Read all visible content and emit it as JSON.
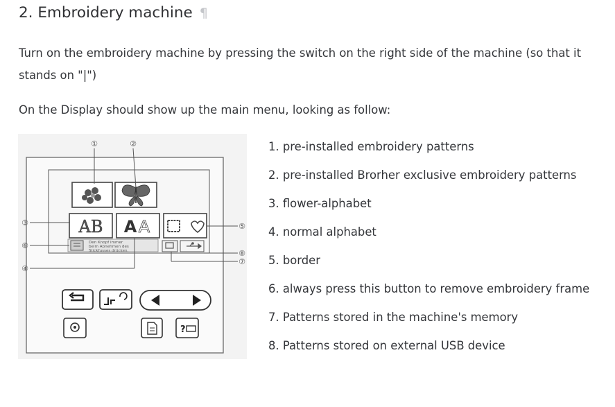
{
  "heading": {
    "title": "2. Embroidery machine",
    "anchor_symbol": "¶"
  },
  "paragraphs": [
    "Turn on the embroidery machine by pressing the switch on the right side of the machine (so that it stands on \"|\")",
    "On the Display should show up the main menu, looking as follow:"
  ],
  "figure": {
    "callouts": [
      "①",
      "②",
      "③",
      "④",
      "⑤",
      "⑥",
      "⑦",
      "⑧"
    ],
    "screen_buttons": {
      "flower_alphabet": "AB",
      "normal_alphabet": "A",
      "normal_alphabet_outline": "A"
    },
    "notice_text": [
      "Den Knopf immer",
      "beim Abnehmen des",
      "Stickfusses drücken."
    ]
  },
  "list": [
    "1. pre-installed embroidery patterns",
    "2. pre-installed Brorher exclusive embroidery patterns",
    "3. flower-alphabet",
    "4. normal alphabet",
    "5. border",
    "6. always press this button to remove embroidery frame",
    "7. Patterns stored in the machine's memory",
    "8. Patterns stored on external USB device"
  ]
}
